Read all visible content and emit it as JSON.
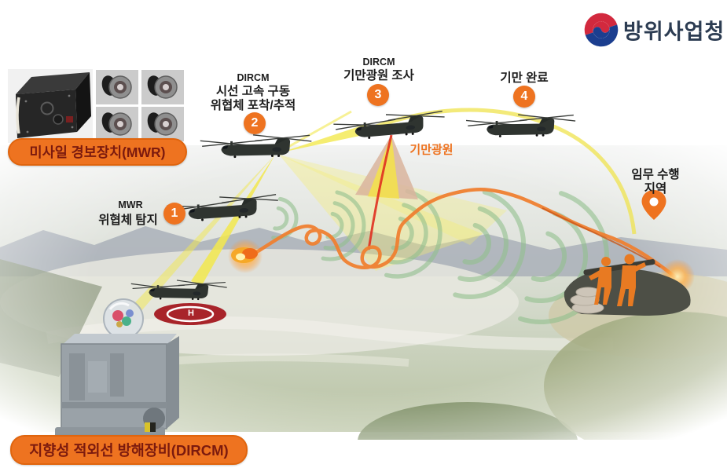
{
  "agency": {
    "name": "방위사업청"
  },
  "equipment": {
    "mwr_label": "미사일 경보장치(MWR)",
    "dircm_label": "지향성 적외선 방해장비(DIRCM)"
  },
  "steps": [
    {
      "num": "1",
      "lines": [
        "MWR",
        "위협체 탐지"
      ]
    },
    {
      "num": "2",
      "lines": [
        "DIRCM",
        "시선 고속 구동",
        "위협체 포착/추적"
      ]
    },
    {
      "num": "3",
      "lines": [
        "DIRCM",
        "기만광원 조사"
      ]
    },
    {
      "num": "4",
      "lines": [
        "기만 완료"
      ]
    }
  ],
  "annotations": {
    "decoy_light": "기만광원",
    "mission_area": [
      "임무 수행",
      "지역"
    ],
    "helipad_letter": "H"
  },
  "colors": {
    "accent_orange": "#ee7320",
    "pill_text": "#7b1a0e",
    "beam_yellow": "#f2e84e",
    "wave_green": "#92c08e",
    "trail_orange": "#ef8030",
    "logo_red": "#d2293e",
    "logo_blue": "#1b3e8f"
  }
}
